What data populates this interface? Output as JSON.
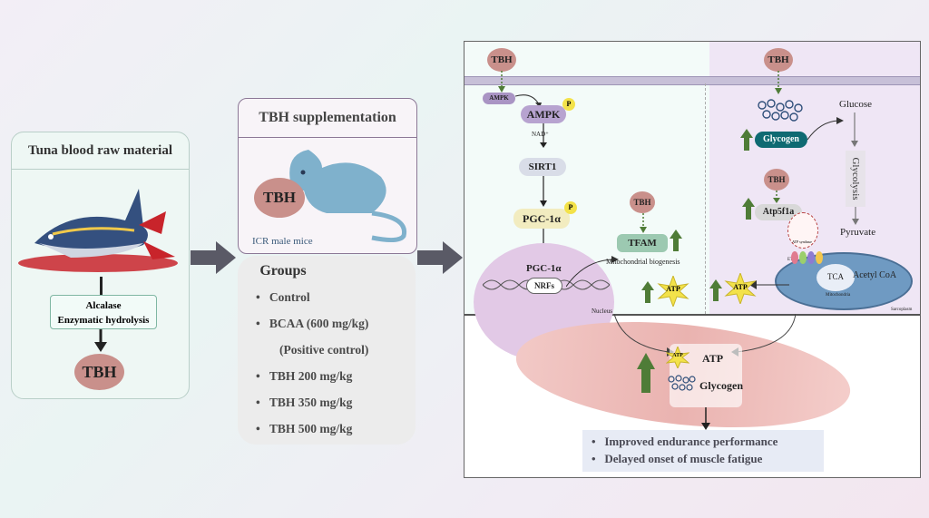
{
  "panel1": {
    "title": "Tuna blood raw material",
    "process_line1": "Alcalase",
    "process_line2": "Enzymatic hydrolysis",
    "product": "TBH"
  },
  "panel2": {
    "title": "TBH supplementation",
    "badge": "TBH",
    "subject": "ICR male mice"
  },
  "groups": {
    "title": "Groups",
    "items": [
      "Control",
      "BCAA (600 mg/kg)",
      "(Positive control)",
      "TBH 200 mg/kg",
      "TBH 350 mg/kg",
      "TBH 500 mg/kg"
    ]
  },
  "pathway_left": {
    "tbh": "TBH",
    "ampk_small": "AMPK",
    "ampk": "AMPK",
    "phospho": "P",
    "nad": "NAD⁺",
    "sirt1": "SIRT1",
    "pgc": "PGC-1α",
    "pgc_nucleus": "PGC-1α",
    "nrfs": "NRFs",
    "nucleus": "Nucleus",
    "tbh2": "TBH",
    "tfam": "TFAM",
    "mito_bio": "Mitochondrial biogenesis",
    "atp": "ATP"
  },
  "pathway_right": {
    "tbh": "TBH",
    "glycogen": "Glycogen",
    "glucose": "Glucose",
    "glycolysis": "Glycolysis",
    "tbh2": "TBH",
    "atp5f1a": "Atp5f1a",
    "pyruvate": "Pyruvate",
    "tca": "TCA",
    "acetyl": "Acetyl CoA",
    "etc": "ETC",
    "atp_synthase": "ATP synthase",
    "mitochondria": "Mitochondria",
    "atp": "ATP",
    "sarcoplasm": "Sarcoplasm"
  },
  "muscle": {
    "atp_icon": "ATP",
    "atp": "ATP",
    "glycogen": "Glycogen"
  },
  "outcomes": {
    "items": [
      "Improved endurance performance",
      "Delayed onset of muscle fatigue"
    ]
  },
  "colors": {
    "tbh_oval": "#c9908b",
    "up_arrow": "#4f7c37",
    "atp_star": "#f3e24a",
    "pgc_pill": "#f2ecc0",
    "tfam_pill": "#9cc9b1",
    "glycogen_pill": "#0f6a72"
  }
}
